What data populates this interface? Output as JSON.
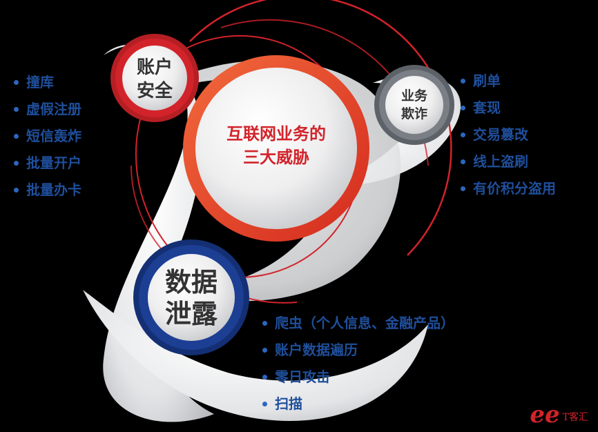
{
  "center": {
    "line1": "互联网业务的",
    "line2": "三大威胁"
  },
  "account_security": {
    "title_line1": "账户",
    "title_line2": "安全",
    "items": [
      "撞库",
      "虚假注册",
      "短信轰炸",
      "批量开户",
      "批量办卡"
    ]
  },
  "business_fraud": {
    "title_line1": "业务",
    "title_line2": "欺诈",
    "items": [
      "刷单",
      "套现",
      "交易篡改",
      "线上盗刷",
      "有价积分盗用"
    ]
  },
  "data_leak": {
    "title_line1": "数据",
    "title_line2": "泄露",
    "items": [
      "爬虫（个人信息、金融产品）",
      "账户数据遍历",
      "零日攻击",
      "扫描"
    ]
  },
  "logo": {
    "mark": "ee",
    "word": "T客汇"
  },
  "colors": {
    "red": "#d2232a",
    "orange_red": "#e8452a",
    "navy": "#1c3f94",
    "gray": "#7a7f86",
    "list_blue": "#1f4f9c",
    "background": "#000000"
  },
  "icons": {
    "bullet": "dot-icon"
  }
}
